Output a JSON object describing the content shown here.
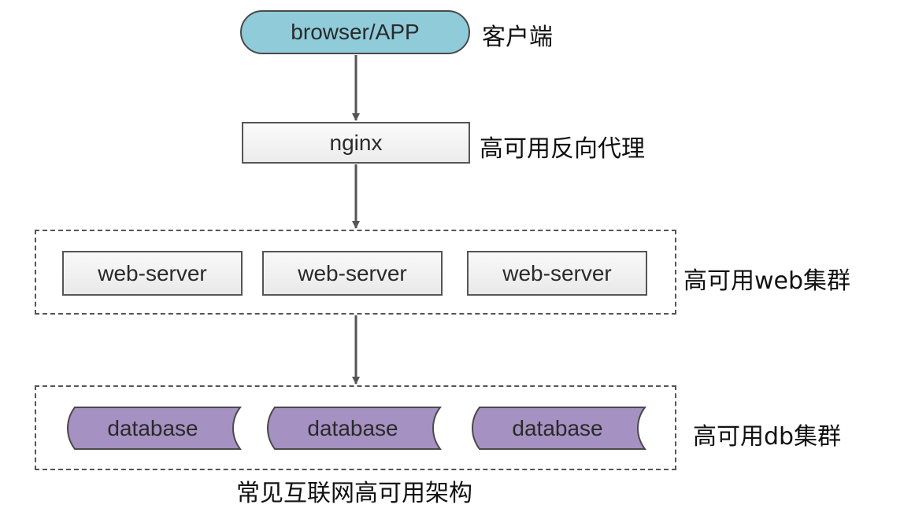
{
  "nodes": {
    "client": {
      "text": "browser/APP",
      "label": "客户端"
    },
    "proxy": {
      "text": "nginx",
      "label": "高可用反向代理"
    },
    "web_cluster": {
      "label": "高可用web集群",
      "servers": [
        "web-server",
        "web-server",
        "web-server"
      ]
    },
    "db_cluster": {
      "label": "高可用db集群",
      "databases": [
        "database",
        "database",
        "database"
      ]
    }
  },
  "caption": "常见互联网高可用架构",
  "colors": {
    "client_fill": "#8fcbd9",
    "database_fill": "#a591c2",
    "box_border": "#555555"
  }
}
